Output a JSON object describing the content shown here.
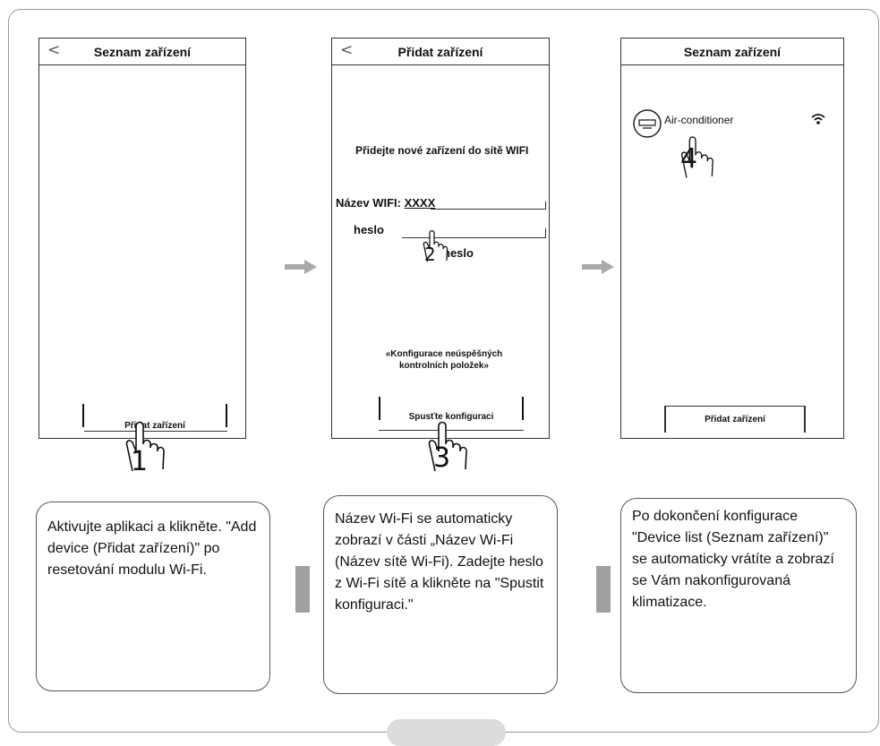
{
  "screens": [
    {
      "title": "Seznam zařízení",
      "button_label": "Přidat zařízení",
      "step": "1"
    },
    {
      "title": "Přidat zařízení",
      "heading": "Přidejte nové zařízení do sítě WIFI",
      "wifi_label": "Název WIFI:",
      "wifi_value": "XXXX",
      "password_label": "heslo",
      "password_hint": "heslo",
      "failed_link": "«Konfigurace neúspěšných kontrolních položek»",
      "button_label": "Spusťte konfiguraci",
      "step_password": "2",
      "step": "3"
    },
    {
      "title": "Seznam zařízení",
      "device_name": "Air-conditioner",
      "button_label": "Přidat zařízení",
      "step": "4"
    }
  ],
  "descriptions": [
    "Aktivujte aplikaci a klikněte. \"Add device (Přidat zařízení)\" po resetování modulu Wi-Fi.",
    "Název Wi-Fi se automaticky zobrazí v části „Název Wi-Fi (Název sítě Wi-Fi). Zadejte heslo z Wi-Fi sítě a klikněte na \"Spustit konfiguraci.\"",
    "Po dokončení konfigurace \"Device list (Seznam zařízení)\" se automaticky vrátíte a zobrazí se Vám nakonfigurovaná klimatizace."
  ],
  "icons": {
    "back": "chevron-left-icon",
    "pointer": "hand-pointer-icon",
    "wifi": "wifi-icon",
    "device": "air-conditioner-icon",
    "flow": "arrow-right-icon"
  },
  "colors": {
    "arrow": "#a9a9a9",
    "tab": "#a0a0a0"
  }
}
